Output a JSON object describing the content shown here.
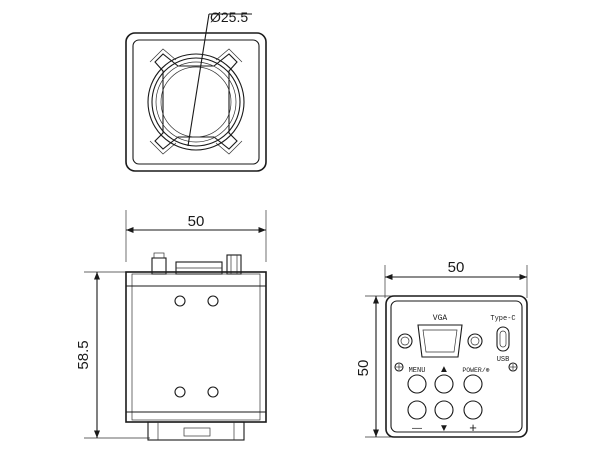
{
  "top_view": {
    "diameter_label": "Ø25.5"
  },
  "side_view": {
    "width_label": "50",
    "height_label": "58.5"
  },
  "back_panel": {
    "width_label": "50",
    "height_label": "50",
    "vga_label": "VGA",
    "typec_label": "Type-C",
    "usb_label": "USB",
    "menu_label": "MENU",
    "power_label": "POWER/⊕",
    "up_symbol": "▲",
    "down_symbol": "▼",
    "minus_symbol": "—",
    "plus_symbol": "+"
  }
}
